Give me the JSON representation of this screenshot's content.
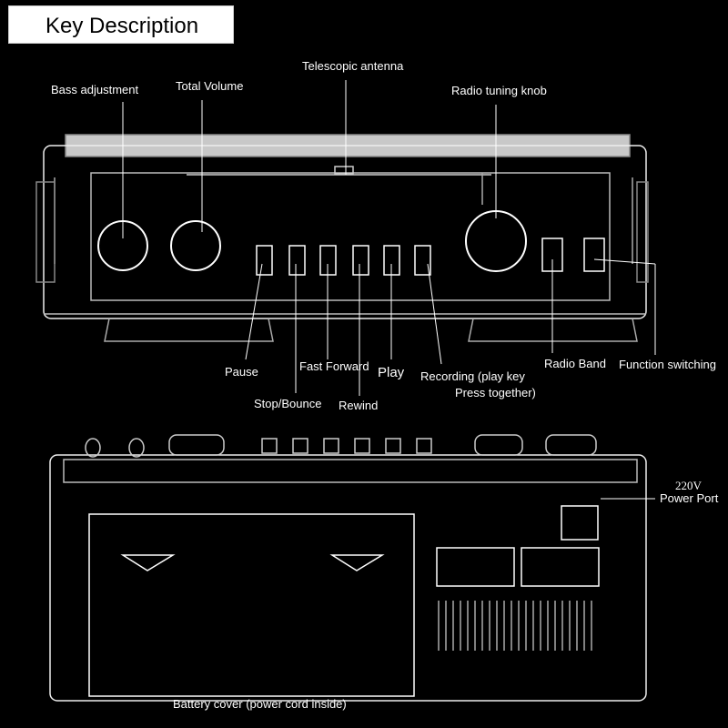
{
  "title": "Key Description",
  "front_view": {
    "labels": {
      "bass": "Bass adjustment",
      "volume": "Total Volume",
      "antenna": "Telescopic antenna",
      "tuning": "Radio tuning knob",
      "pause": "Pause",
      "stop": "Stop/Bounce",
      "ffwd": "Fast Forward",
      "rewind": "Rewind",
      "play": "Play",
      "recording_line1": "Recording (play key",
      "recording_line2": "Press together)",
      "band": "Radio Band",
      "function": "Function switching"
    }
  },
  "back_view": {
    "labels": {
      "voltage": "220V",
      "power": "Power Port",
      "battery": "Battery cover (power cord inside)"
    }
  }
}
